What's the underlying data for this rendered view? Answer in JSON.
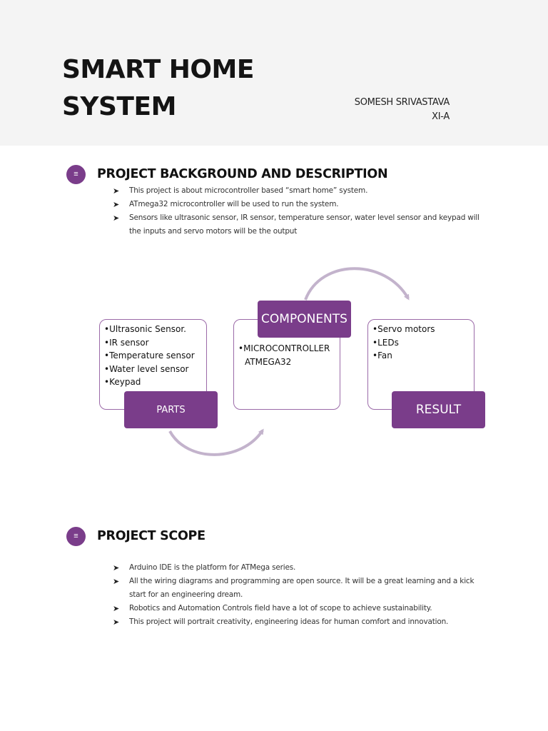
{
  "header": {
    "title_lines": [
      "SMART HOME",
      "SYSTEM"
    ],
    "author": "SOMESH SRIVASTAVA",
    "class": "XI-A"
  },
  "sections": [
    {
      "icon": "menu-icon",
      "title": "PROJECT BACKGROUND AND DESCRIPTION",
      "bullets": [
        "This project is about microcontroller based “smart home” system.",
        "ATmega32 microcontroller will be used to run the system.",
        "Sensors like ultrasonic sensor, IR sensor, temperature sensor, water level sensor and keypad will the inputs and servo motors will be the output"
      ]
    },
    {
      "icon": "menu-icon",
      "title": "PROJECT SCOPE",
      "bullets": [
        "Arduino IDE is the platform for ATMega series.",
        "All the wiring diagrams and programming are open source. It will be a great learning and a kick start for an engineering dream.",
        "Robotics and Automation Controls field have a lot of scope to achieve sustainability.",
        "This project will portrait creativity, engineering ideas for human comfort and innovation."
      ]
    }
  ],
  "diagram": {
    "parts": {
      "label": "PARTS",
      "items": [
        "Ultrasonic Sensor.",
        "IR sensor",
        "Temperature sensor",
        "Water level sensor",
        "Keypad"
      ]
    },
    "components": {
      "label": "COMPONENTS",
      "items": [
        "MICROCONTROLLER ATMEGA32"
      ]
    },
    "result": {
      "label": "RESULT",
      "items": [
        "Servo motors",
        "LEDs",
        "Fan"
      ]
    }
  },
  "colors": {
    "accent": "#7a3d8a",
    "box_border": "#9b6aa8",
    "arrow": "#c3b3cc",
    "header_bg": "#f4f4f4"
  }
}
